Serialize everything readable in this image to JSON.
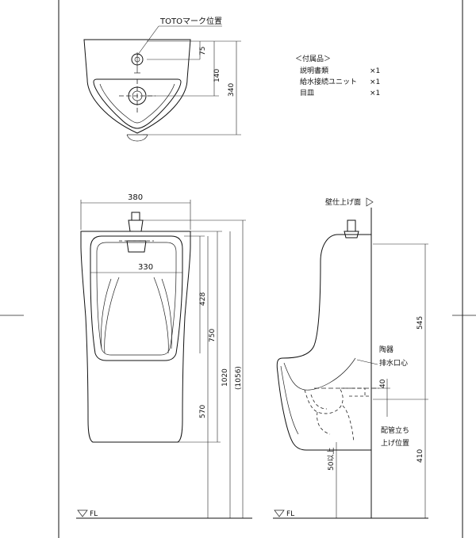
{
  "top_view": {
    "mark_label": "TOTOマーク位置",
    "dims": {
      "d75": "75",
      "d140": "140",
      "d340": "340"
    }
  },
  "accessories": {
    "title": "＜付属品＞",
    "items": [
      {
        "name": "説明書類",
        "qty": "×1"
      },
      {
        "name": "給水接続ユニット",
        "qty": "×1"
      },
      {
        "name": "目皿",
        "qty": "×1"
      }
    ]
  },
  "front_view": {
    "width": "380",
    "inner_width": "330",
    "dims": {
      "d428": "428",
      "d750": "750",
      "d1020": "1020",
      "d1056": "(1056)",
      "d570": "570"
    },
    "floor_label": "FL"
  },
  "side_view": {
    "wall_label": "壁仕上げ面",
    "drain_label_1": "陶器",
    "drain_label_2": "排水口心",
    "pipe_label_1": "配管立ち",
    "pipe_label_2": "上げ位置",
    "dims": {
      "d545": "545",
      "d40": "40",
      "d410": "410",
      "d50": "50以上"
    },
    "floor_label": "FL"
  }
}
